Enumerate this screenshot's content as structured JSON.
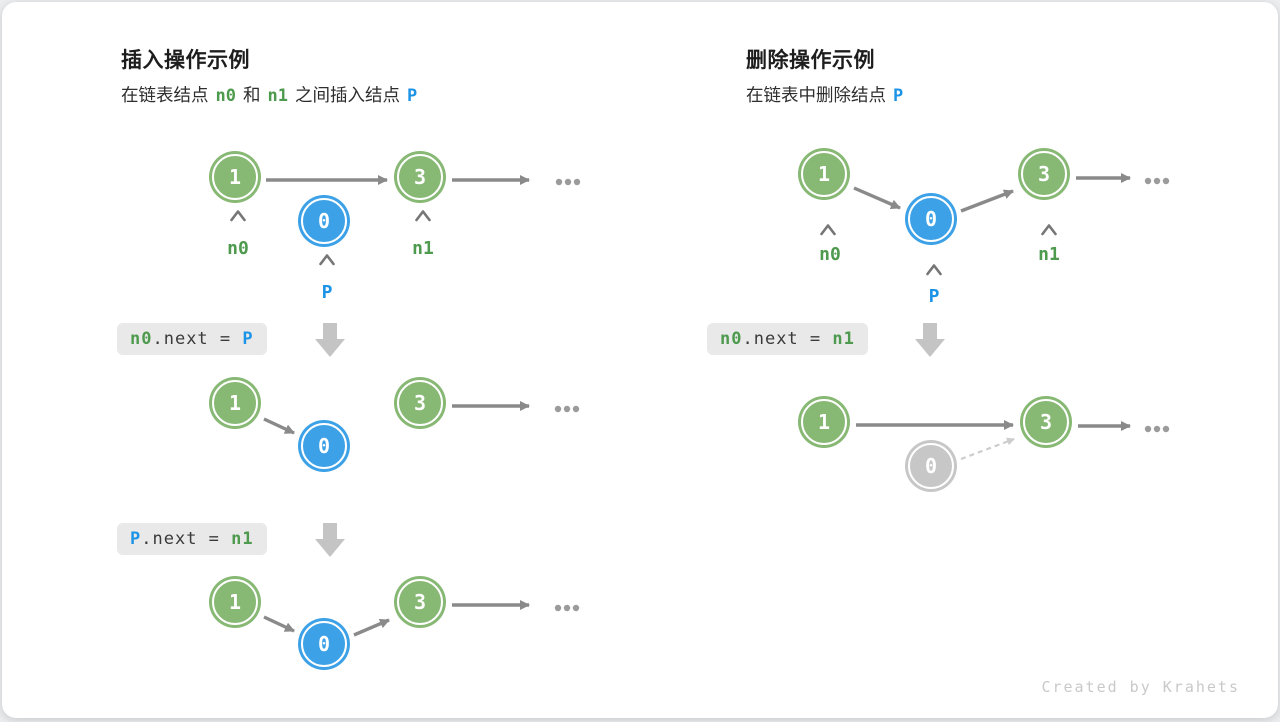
{
  "left": {
    "title": "插入操作示例",
    "subtitle": {
      "p1": "在链表结点",
      "t1": "n0",
      "p2": "和",
      "t2": "n1",
      "p3": "之间插入结点",
      "t3": "P"
    },
    "nodes": {
      "a": "1",
      "b": "3",
      "p": "0"
    },
    "labels": {
      "n0": "n0",
      "n1": "n1",
      "p": "P"
    },
    "code1": {
      "lhs": "n0",
      "mid": ".next = ",
      "rhs": "P"
    },
    "code2": {
      "lhs": "P",
      "mid": ".next = ",
      "rhs": "n1"
    }
  },
  "right": {
    "title": "删除操作示例",
    "subtitle": {
      "p1": "在链表中删除结点",
      "t1": "P"
    },
    "nodes": {
      "a": "1",
      "b": "3",
      "p": "0"
    },
    "labels": {
      "n0": "n0",
      "n1": "n1",
      "p": "P"
    },
    "code1": {
      "lhs": "n0",
      "mid": ".next = ",
      "rhs": "n1"
    }
  },
  "footer": "Created by Krahets",
  "colors": {
    "node_green": "#87b874",
    "node_blue": "#3ca1e6",
    "node_gray": "#c7c7c7",
    "label_green": "#4e9a4e",
    "label_blue": "#1d93e6",
    "arrow_gray": "#8a8a8a",
    "block_arrow": "#c4c4c4",
    "codebox_bg": "#e9e9e9"
  }
}
